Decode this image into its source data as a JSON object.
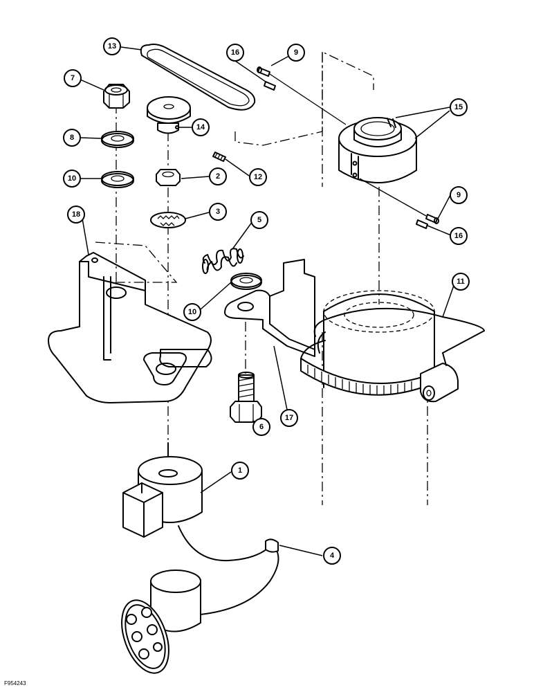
{
  "figure_ref": "F954243",
  "callouts": {
    "c1": "1",
    "c2": "2",
    "c3": "3",
    "c4": "4",
    "c5": "5",
    "c6": "6",
    "c7": "7",
    "c8": "8",
    "c9a": "9",
    "c9b": "9",
    "c10a": "10",
    "c10b": "10",
    "c11": "11",
    "c12": "12",
    "c13": "13",
    "c14": "14",
    "c15": "15",
    "c16a": "16",
    "c16b": "16",
    "c17": "17",
    "c18": "18"
  },
  "colors": {
    "line": "#000000",
    "background": "#ffffff"
  }
}
